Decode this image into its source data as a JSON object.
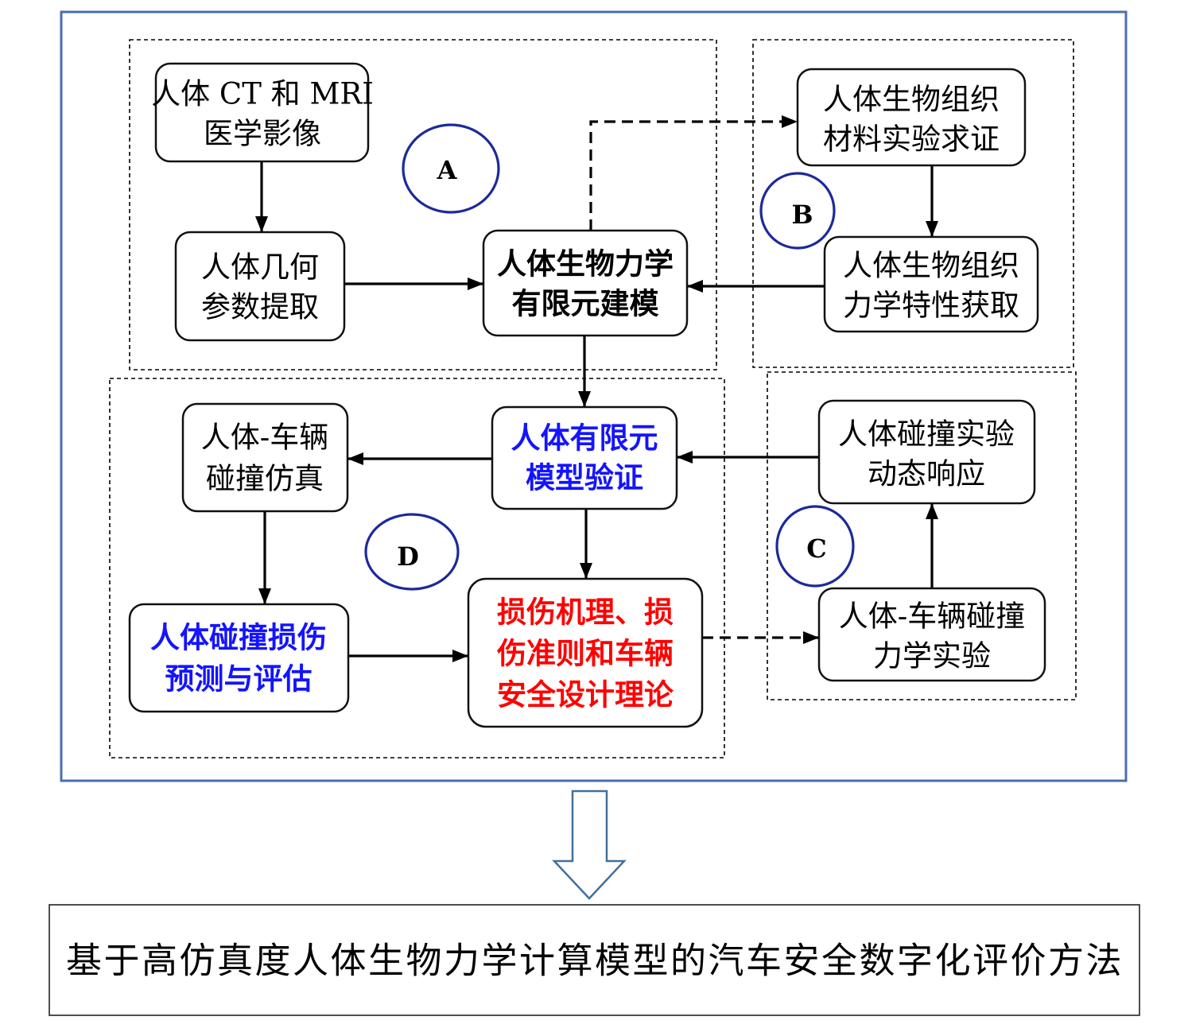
{
  "colors": {
    "frame": "#4a6eb0",
    "marker": "#1c2a99",
    "blue_text": "#1414ff",
    "red_text": "#ff0000",
    "flow_arrow": "#41719c"
  },
  "markers": {
    "A": "A",
    "B": "B",
    "C": "C",
    "D": "D"
  },
  "nodes": {
    "ct_mri": {
      "lines": [
        "人体 CT 和 MRI",
        "医学影像"
      ]
    },
    "geometry": {
      "lines": [
        "人体几何",
        "参数提取"
      ]
    },
    "fe_modeling": {
      "lines": [
        "人体生物力学",
        "有限元建模"
      ]
    },
    "material_test": {
      "lines": [
        "人体生物组织",
        "材料实验求证"
      ]
    },
    "mech_properties": {
      "lines": [
        "人体生物组织",
        "力学特性获取"
      ]
    },
    "crash_sim": {
      "lines": [
        "人体-车辆",
        "碰撞仿真"
      ]
    },
    "model_validation": {
      "lines": [
        "人体有限元",
        "模型验证"
      ]
    },
    "crash_response": {
      "lines": [
        "人体碰撞实验",
        "动态响应"
      ]
    },
    "injury_prediction": {
      "lines": [
        "人体碰撞损伤",
        "预测与评估"
      ]
    },
    "injury_theory": {
      "lines": [
        "损伤机理、损",
        "伤准则和车辆",
        "安全设计理论"
      ]
    },
    "crash_mech_test": {
      "lines": [
        "人体-车辆碰撞",
        "力学实验"
      ]
    }
  },
  "conclusion": "基于高仿真度人体生物力学计算模型的汽车安全数字化评价方法"
}
